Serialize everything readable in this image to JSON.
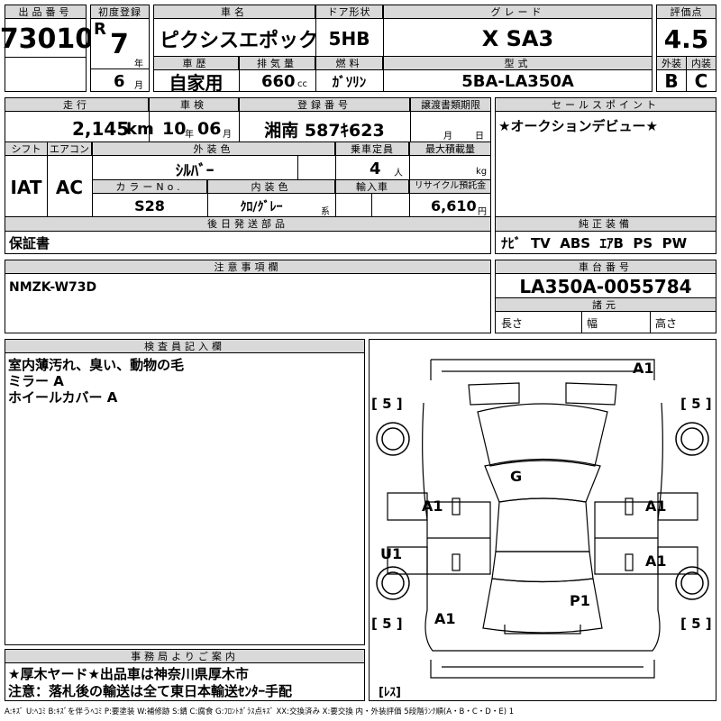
{
  "header": {
    "lot_number_label": "出品番号",
    "lot_number": "73010",
    "first_reg_label": "初度登録",
    "era": "R",
    "reg_year": "7",
    "year_unit": "年",
    "reg_month": "6",
    "month_unit": "月",
    "car_name_label": "車名",
    "car_name": "ピクシスエポック",
    "door_label": "ドア形状",
    "door": "5HB",
    "grade_label": "グレード",
    "grade": "X SA3",
    "score_label": "評価点",
    "score": "4.5",
    "history_label": "車歴",
    "history": "自家用",
    "displacement_label": "排気量",
    "displacement": "660",
    "displacement_unit": "cc",
    "fuel_label": "燃料",
    "fuel": "ｶﾞｿﾘﾝ",
    "model_code_label": "型式",
    "model_code": "5BA-LA350A",
    "exterior_label": "外装",
    "exterior_grade": "B",
    "interior_label": "内装",
    "interior_grade": "C"
  },
  "row2": {
    "mileage_label": "走行",
    "mileage": "2,145",
    "mileage_unit": "km",
    "inspection_label": "車検",
    "inspection_year": "10",
    "inspection_year_unit": "年",
    "inspection_month": "06",
    "inspection_month_unit": "月",
    "plate_label": "登録番号",
    "plate": "湘南 587ｷ623",
    "transfer_label": "譲渡書類期限",
    "transfer_month_unit": "月",
    "transfer_day_unit": "日",
    "sales_point_label": "セールスポイント",
    "sales_point": "★オークションデビュー★"
  },
  "row3": {
    "shift_label": "シフト",
    "shift": "IAT",
    "ac_label": "エアコン",
    "ac": "AC",
    "ext_color_label": "外装色",
    "ext_color": "ｼﾙﾊﾞｰ",
    "capacity_label": "乗車定員",
    "capacity": "4",
    "capacity_unit": "人",
    "max_load_label": "最大積載量",
    "max_load_unit": "kg",
    "color_no_label": "カラーNo.",
    "color_no": "S28",
    "int_color_label": "内装色",
    "int_color": "ｸﾛ/ｸﾞﾚｰ",
    "int_color_unit": "系",
    "import_label": "輸入車",
    "recycle_label": "リサイクル預託金",
    "recycle": "6,610",
    "recycle_unit": "円"
  },
  "row4": {
    "later_parts_label": "後日発送部品",
    "later_parts": "保証書",
    "equipment_label": "純正装備",
    "equipment": "ﾅﾋﾞ  TV  ABS  ｴｱB  PS  PW"
  },
  "row5": {
    "notes_label": "注意事項欄",
    "notes": "NMZK-W73D",
    "chassis_label": "車台番号",
    "chassis": "LA350A-0055784",
    "dims_label": "諸元",
    "length_label": "長さ",
    "width_label": "幅",
    "height_label": "高さ"
  },
  "inspector": {
    "label": "検査員記入欄",
    "lines": [
      "室内薄汚れ、臭い、動物の毛",
      "ミラー A",
      "ホイールカバー A"
    ]
  },
  "office": {
    "label": "事務局よりご案内",
    "line1": "★厚木ヤード★出品車は神奈川県厚木市",
    "line2": "注意：落札後の輸送は全て東日本輸送ｾﾝﾀｰ手配"
  },
  "diagram": {
    "marks": {
      "a1_top": "A1",
      "tire_tl": "[ 5 ]",
      "tire_tr": "[ 5 ]",
      "g_roof": "G",
      "a1_left": "A1",
      "a1_right1": "A1",
      "u1_left": "U1",
      "a1_right2": "A1",
      "p1_rear": "P1",
      "a1_rear": "A1",
      "tire_bl": "[ 5 ]",
      "tire_br": "[ 5 ]",
      "spare": "[ﾚｽ]"
    }
  },
  "legend": "A:ｷｽﾞ U:ﾍｺﾐ B:ｷｽﾞを伴うﾍｺﾐ P:要塗装 W:補修跡 S:錆 C:腐食 G:ﾌﾛﾝﾄｶﾞﾗｽ点ｷｽﾞ XX:交換済み X:要交換  内・外装評価 5段階ﾗﾝｸ順(A・B・C・D・E) 1"
}
